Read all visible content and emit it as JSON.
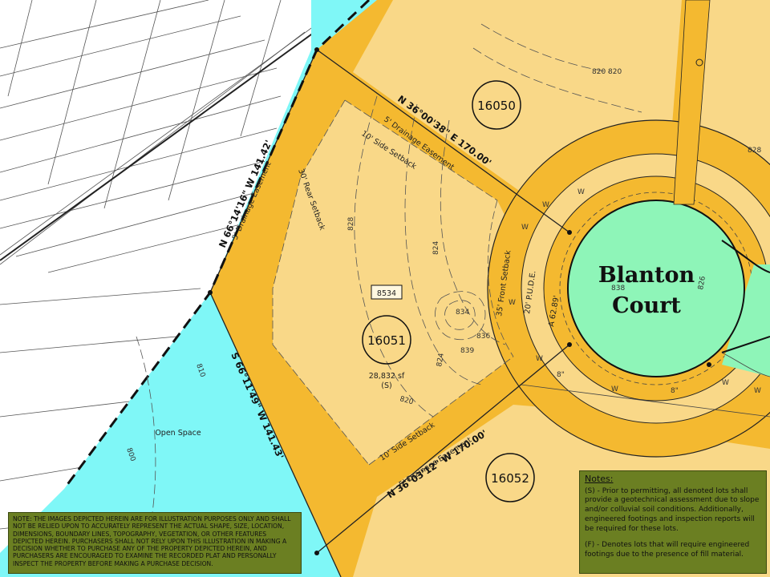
{
  "map": {
    "street_name_line1": "Blanton",
    "street_name_line2": "Court",
    "lots": [
      {
        "number": "16050"
      },
      {
        "number": "16051",
        "area": "28,832 sf",
        "flag": "(S)"
      },
      {
        "number": "16052"
      }
    ],
    "address_tag": "8534",
    "open_space_label": "Open Space",
    "bearings": {
      "top": "N 36°00'38\" E  170.00'",
      "bottom": "N 36°03'12\" W  170.00'",
      "left_upper": "N 66°14'16\" W  141.42'",
      "left_lower": "S 66°11'49\" W  141.43'",
      "curve": "A 62.89'"
    },
    "easement_labels": {
      "drainage_top": "5' Drainage Easement",
      "drainage_left": "5' Drainage Easement",
      "drainage_bottom": "5' Drainage Easement",
      "side_setback_top": "10' Side Setback",
      "side_setback_bottom": "10' Side Setback",
      "rear_setback": "30' Rear Setback",
      "front_setback": "35' Front Setback",
      "pude": "20' P.U.D.E."
    },
    "contours": [
      "820",
      "820",
      "828",
      "828",
      "824",
      "834",
      "836",
      "839",
      "824",
      "820",
      "838",
      "826",
      "800",
      "810"
    ],
    "pipe_sizes": [
      "8\"",
      "8\""
    ],
    "utility_markers": [
      "W",
      "W",
      "W",
      "W",
      "W",
      "W",
      "W",
      "W"
    ],
    "colors": {
      "lot_fill": "#f9d888",
      "easement": "#f4b930",
      "open_space": "#7ff7f7",
      "cul_de_sac": "#8ef5b8",
      "note_box": "#6b7f22"
    }
  },
  "disclaimer": "NOTE: THE IMAGES DEPICTED HEREIN ARE FOR ILLUSTRATION PURPOSES ONLY AND SHALL NOT BE RELIED UPON TO ACCURATELY REPRESENT THE ACTUAL SHAPE, SIZE, LOCATION, DIMENSIONS, BOUNDARY LINES, TOPOGRAPHY, VEGETATION, OR OTHER FEATURES DEPICTED HEREIN. PURCHASERS SHALL NOT RELY UPON THIS ILLUSTRATION IN MAKING A DECISION WHETHER TO PURCHASE ANY OF THE PROPERTY DEPICTED HEREIN, AND PURCHASERS ARE ENCOURAGED TO EXAMINE THE RECORDED PLAT AND PERSONALLY INSPECT THE PROPERTY BEFORE MAKING A PURCHASE DECISION.",
  "notes": {
    "title": "Notes:",
    "items": [
      "(S) - Prior to permitting, all denoted lots shall provide a geotechnical assessment due to slope and/or colluvial soil conditions.  Additionally, engineered footings and inspection reports will be required for these lots.",
      "(F) - Denotes lots that will require engineered footings due to the presence of fill material."
    ]
  }
}
